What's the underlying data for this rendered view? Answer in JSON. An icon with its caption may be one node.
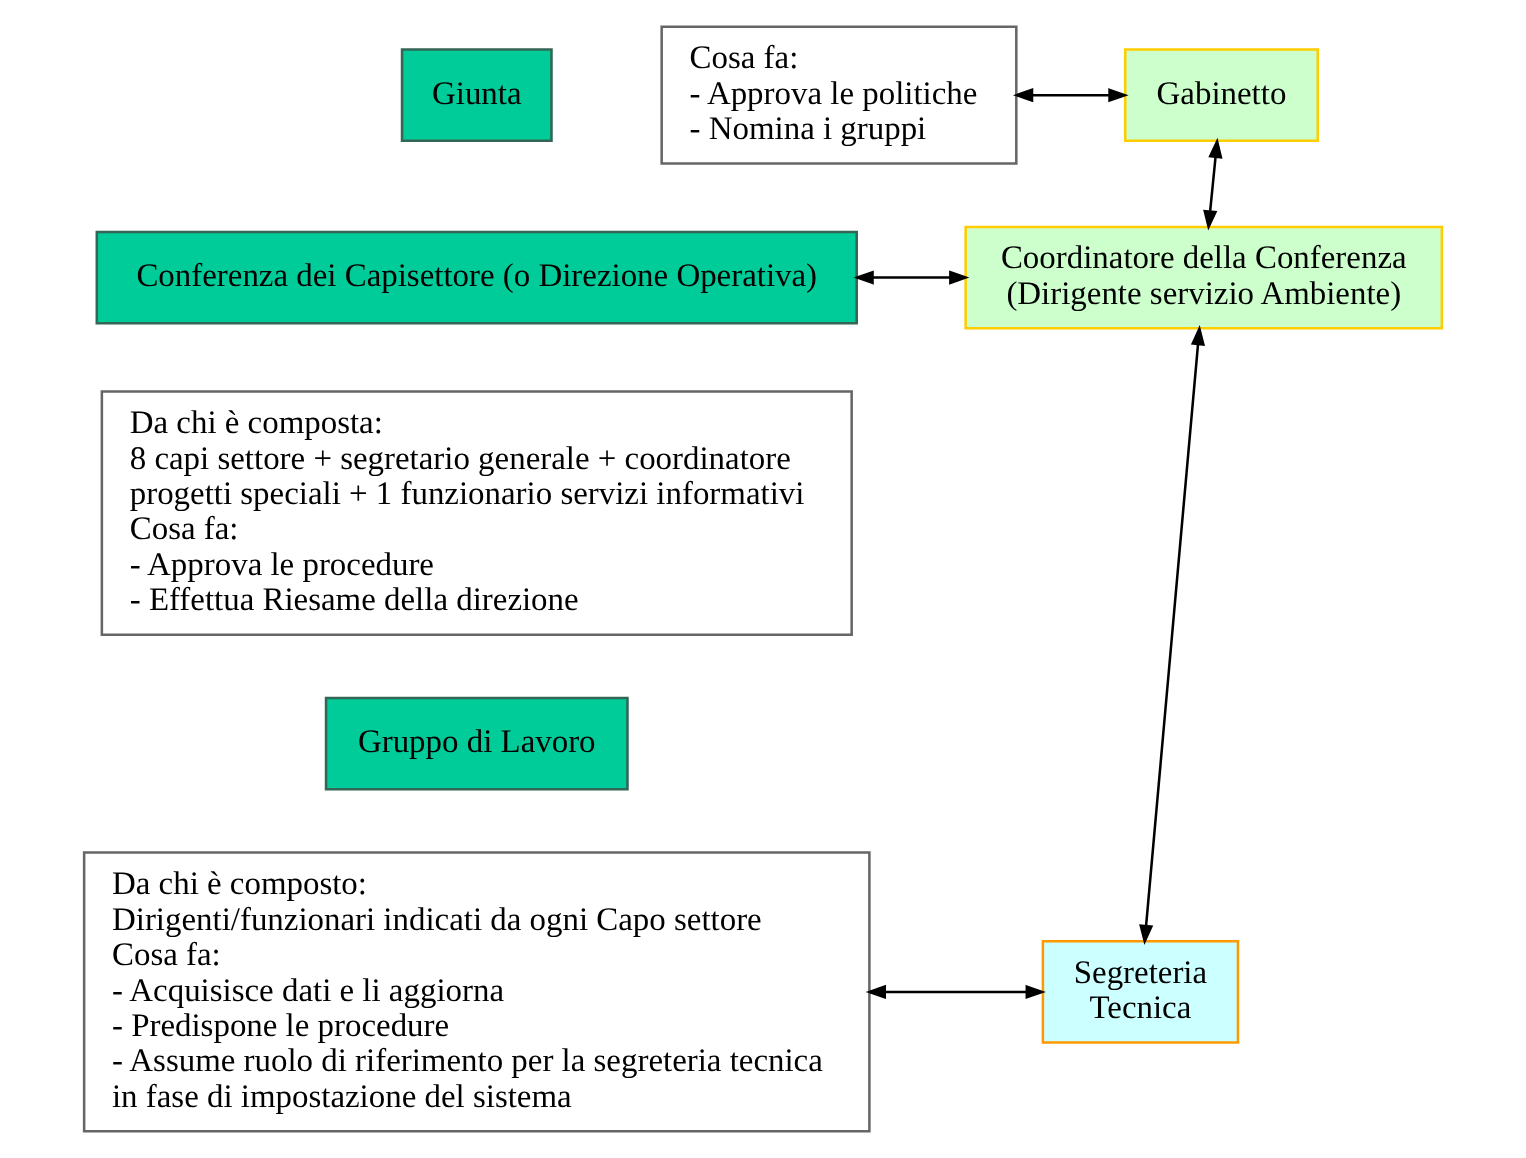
{
  "diagram": {
    "nodes": [
      {
        "text": [
          "Giunta"
        ]
      },
      {
        "text": [
          "Cosa fa:",
          "- Approva le politiche",
          "- Nomina i gruppi"
        ]
      },
      {
        "text": [
          "Gabinetto"
        ]
      },
      {
        "text": [
          "Conferenza dei Capisettore (o Direzione Operativa)"
        ]
      },
      {
        "text": [
          "Da chi è composta:",
          "8 capi settore + segretario generale + coordinatore progetti speciali + 1 funzionario servizi informativi",
          "Cosa fa:",
          "- Approva le procedure",
          "- Effettua Riesame della direzione"
        ]
      },
      {
        "text": [
          "Coordinatore della Conferenza (Dirigente servizio Ambiente)"
        ]
      },
      {
        "text": [
          "Gruppo di Lavoro"
        ]
      },
      {
        "text": [
          "Da chi è composto:",
          "Dirigenti/funzionari indicati da ogni Capo settore",
          "Cosa fa:",
          "- Acquisisce dati e li aggiorna",
          "- Predispone le procedure",
          "- Assume ruolo di riferimento per la segreteria tecnica in fase di impostazione del sistema"
        ]
      },
      {
        "text": [
          "Segreteria Tecnica"
        ]
      }
    ],
    "edges": [
      {
        "from": 1,
        "to": 2,
        "arrow": "both"
      },
      {
        "from": 3,
        "to": 5,
        "arrow": "both"
      },
      {
        "from": 2,
        "to": 5,
        "arrow": "both"
      },
      {
        "from": 5,
        "to": 8,
        "arrow": "both"
      },
      {
        "from": 7,
        "to": 8,
        "arrow": "both"
      }
    ]
  }
}
